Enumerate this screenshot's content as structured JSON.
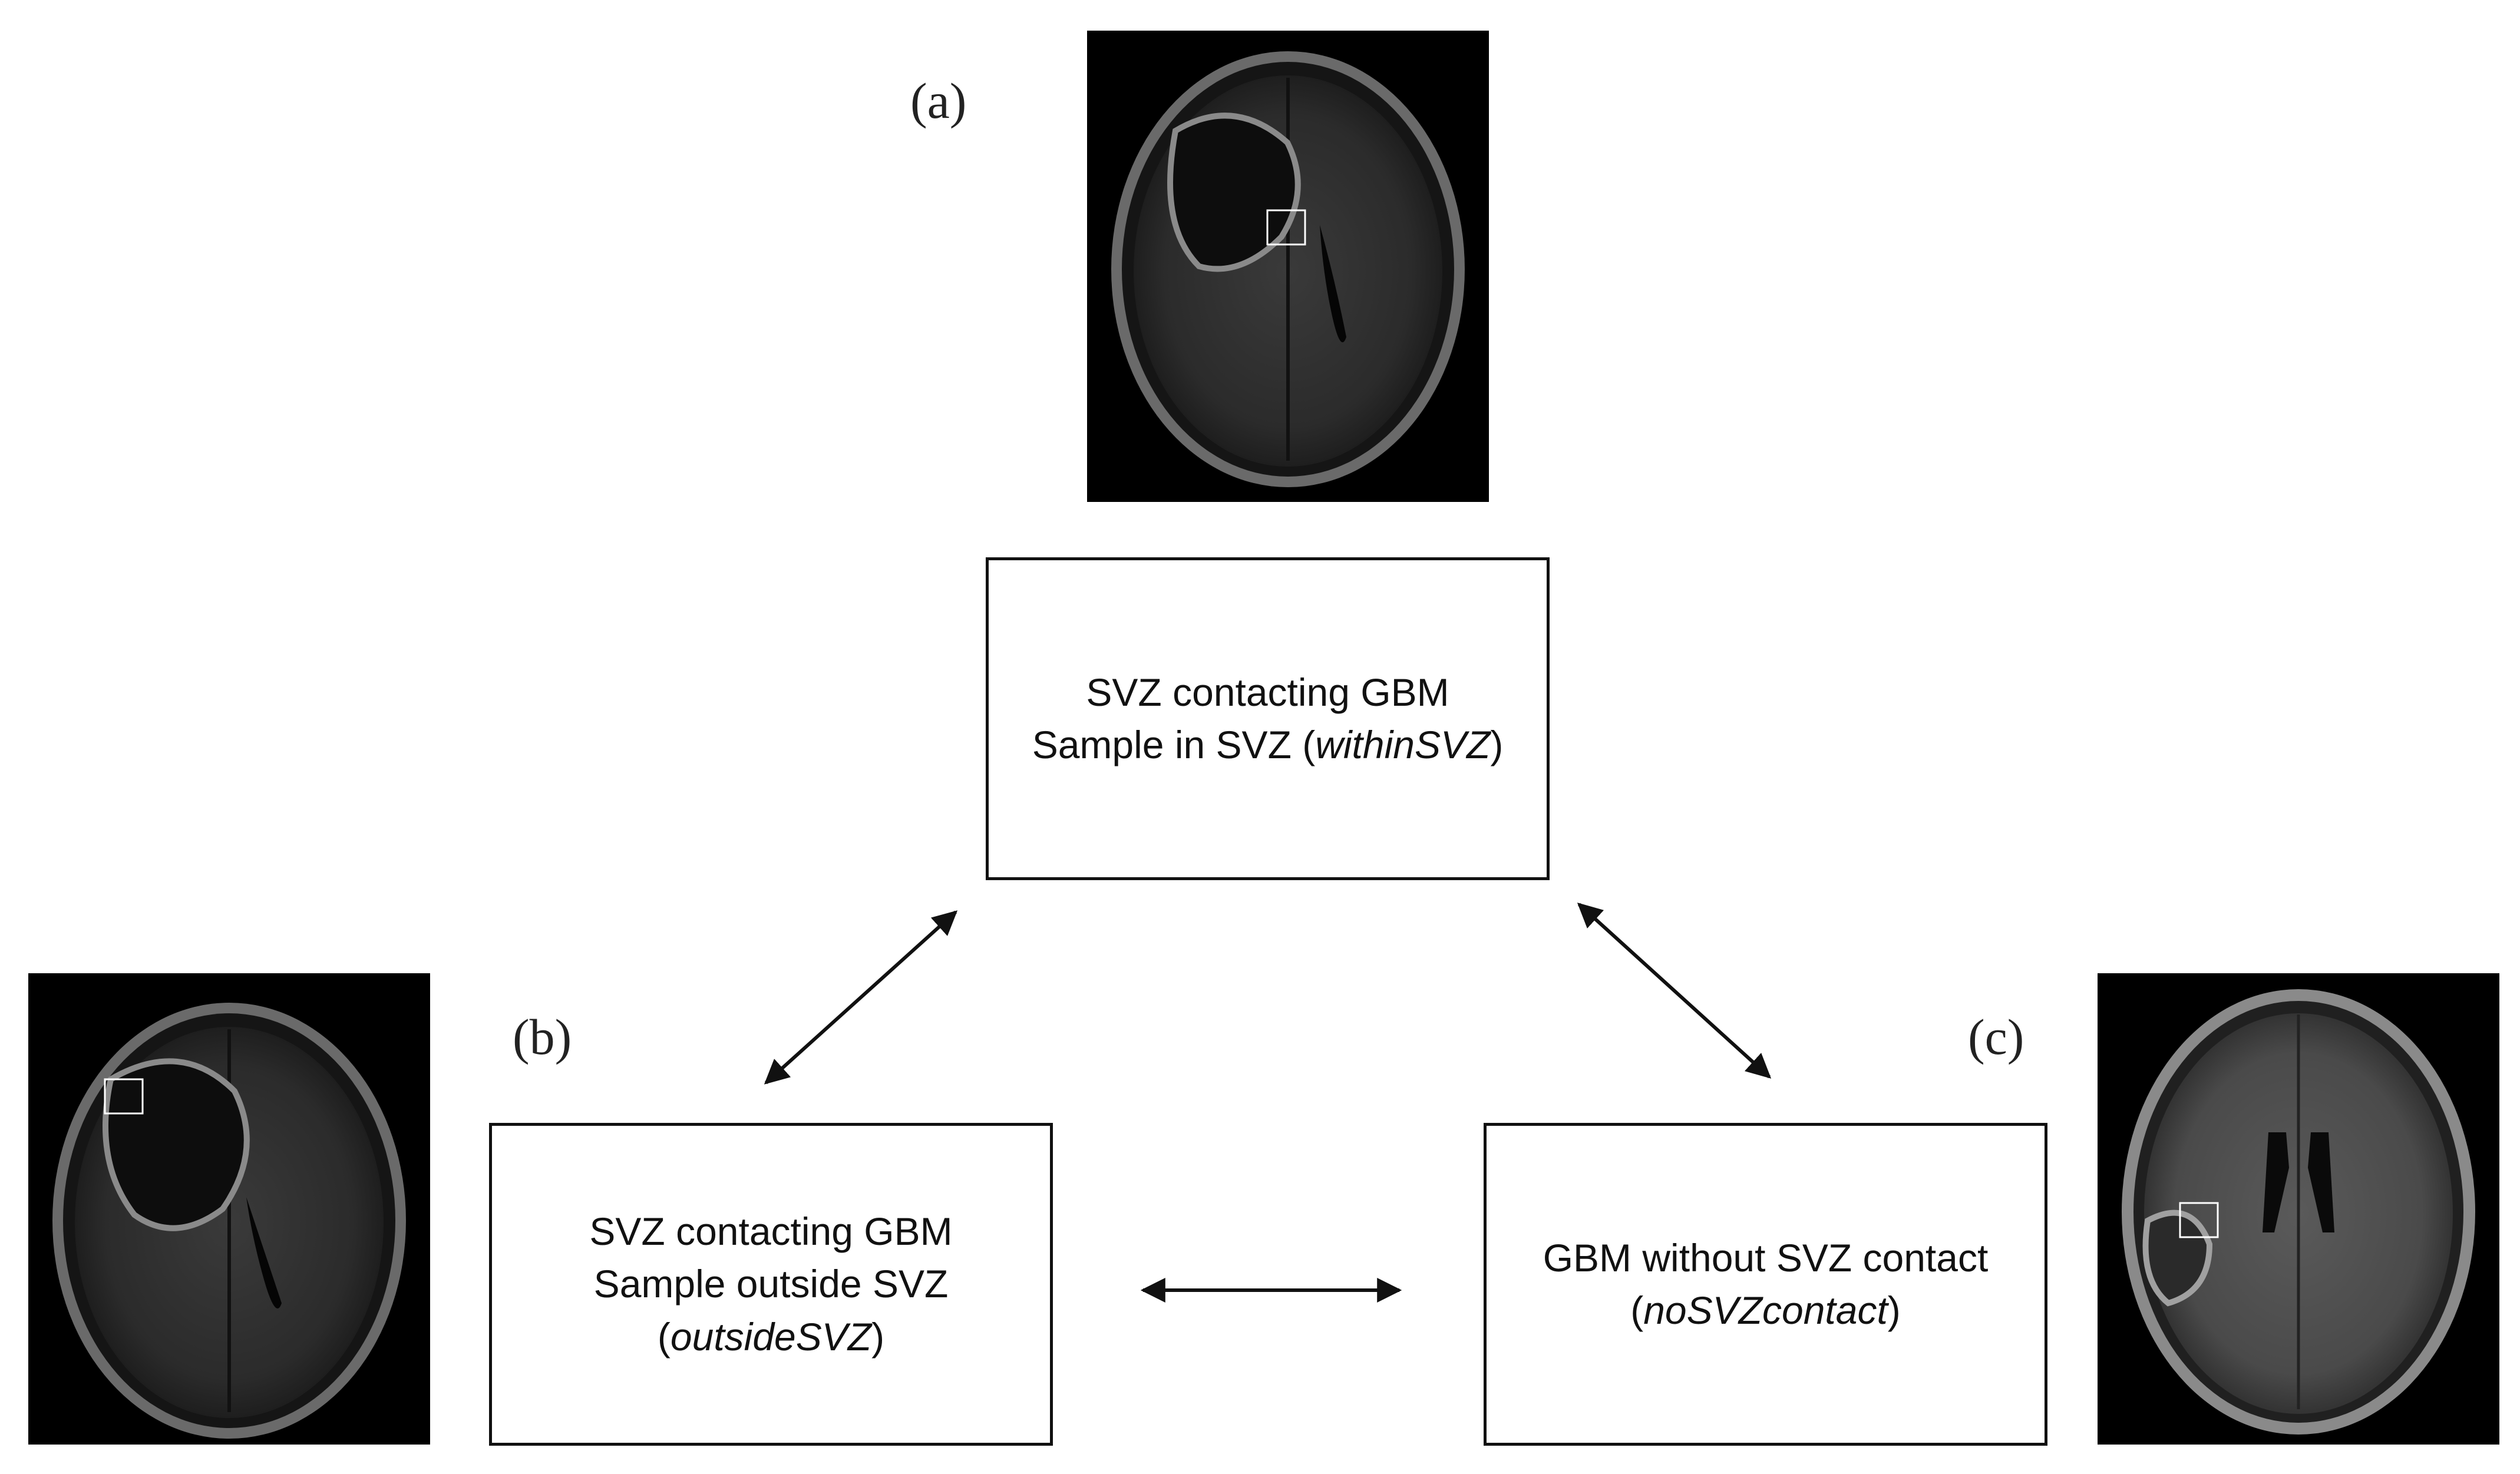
{
  "labels": {
    "a": "(a)",
    "b": "(b)",
    "c": "(c)"
  },
  "boxes": {
    "within": {
      "line1": "SVZ contacting GBM",
      "line2_prefix": "Sample in SVZ (",
      "line2_italic": "withinSVZ",
      "line2_suffix": ")"
    },
    "outside": {
      "line1": "SVZ contacting GBM",
      "line2": "Sample outside SVZ",
      "line3_prefix": "(",
      "line3_italic": "outsideSVZ",
      "line3_suffix": ")"
    },
    "nocontact": {
      "line1": "GBM without SVZ contact",
      "line2_prefix": "(",
      "line2_italic": "noSVZcontact",
      "line2_suffix": ")"
    }
  },
  "images": {
    "a": "mri-axial-scan-a",
    "b": "mri-axial-scan-b",
    "c": "mri-axial-scan-c"
  },
  "colors": {
    "line": "#111111",
    "scan_background": "#000000",
    "roi_box": "#ffffff"
  }
}
